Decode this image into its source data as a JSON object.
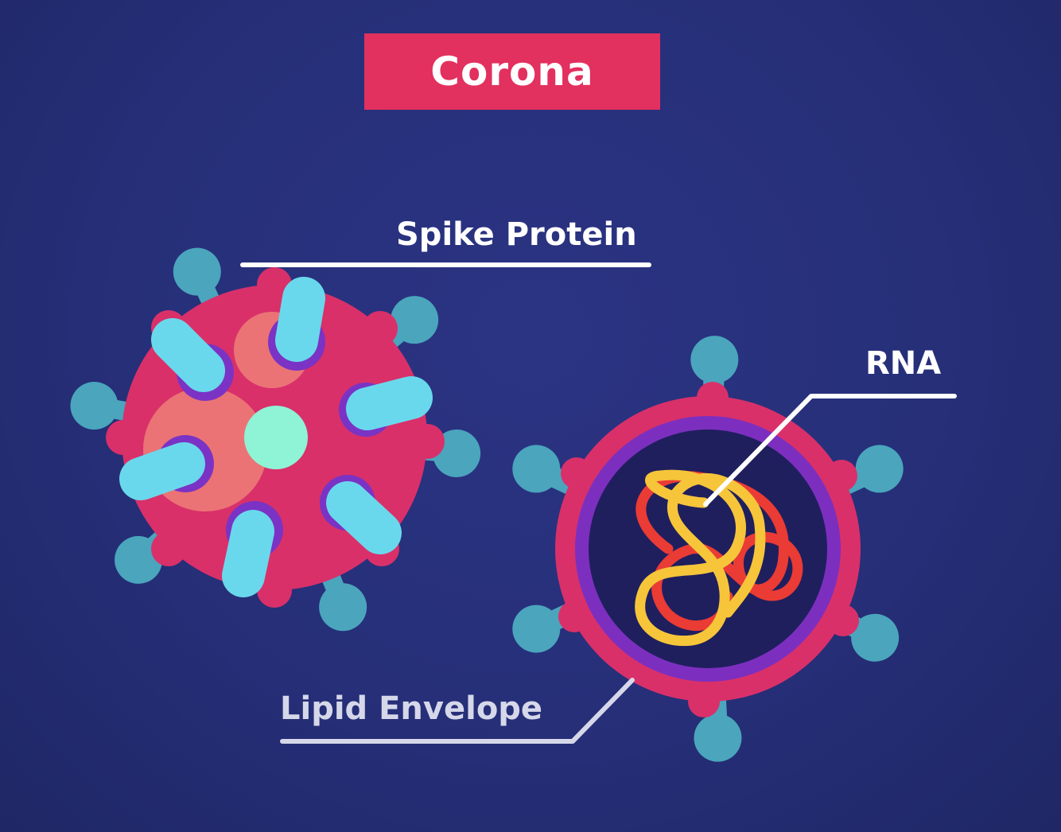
{
  "title": "Corona",
  "labels": {
    "spike_protein": "Spike Protein",
    "rna": "RNA",
    "lipid_envelope": "Lipid Envelope"
  },
  "colors": {
    "background": "#262f78",
    "title_box": "#e2305f",
    "virus_body": "#d9306a",
    "spike_outer": "#4aa5bd",
    "spike_front": "#6ad8ec",
    "spike_ring": "#7a33c4",
    "membrane_ring": "#7c2fbf",
    "core": "#1f1f5e",
    "rna_red": "#ea3b35",
    "rna_yellow": "#f6c53a",
    "label_line": "#ffffff"
  }
}
